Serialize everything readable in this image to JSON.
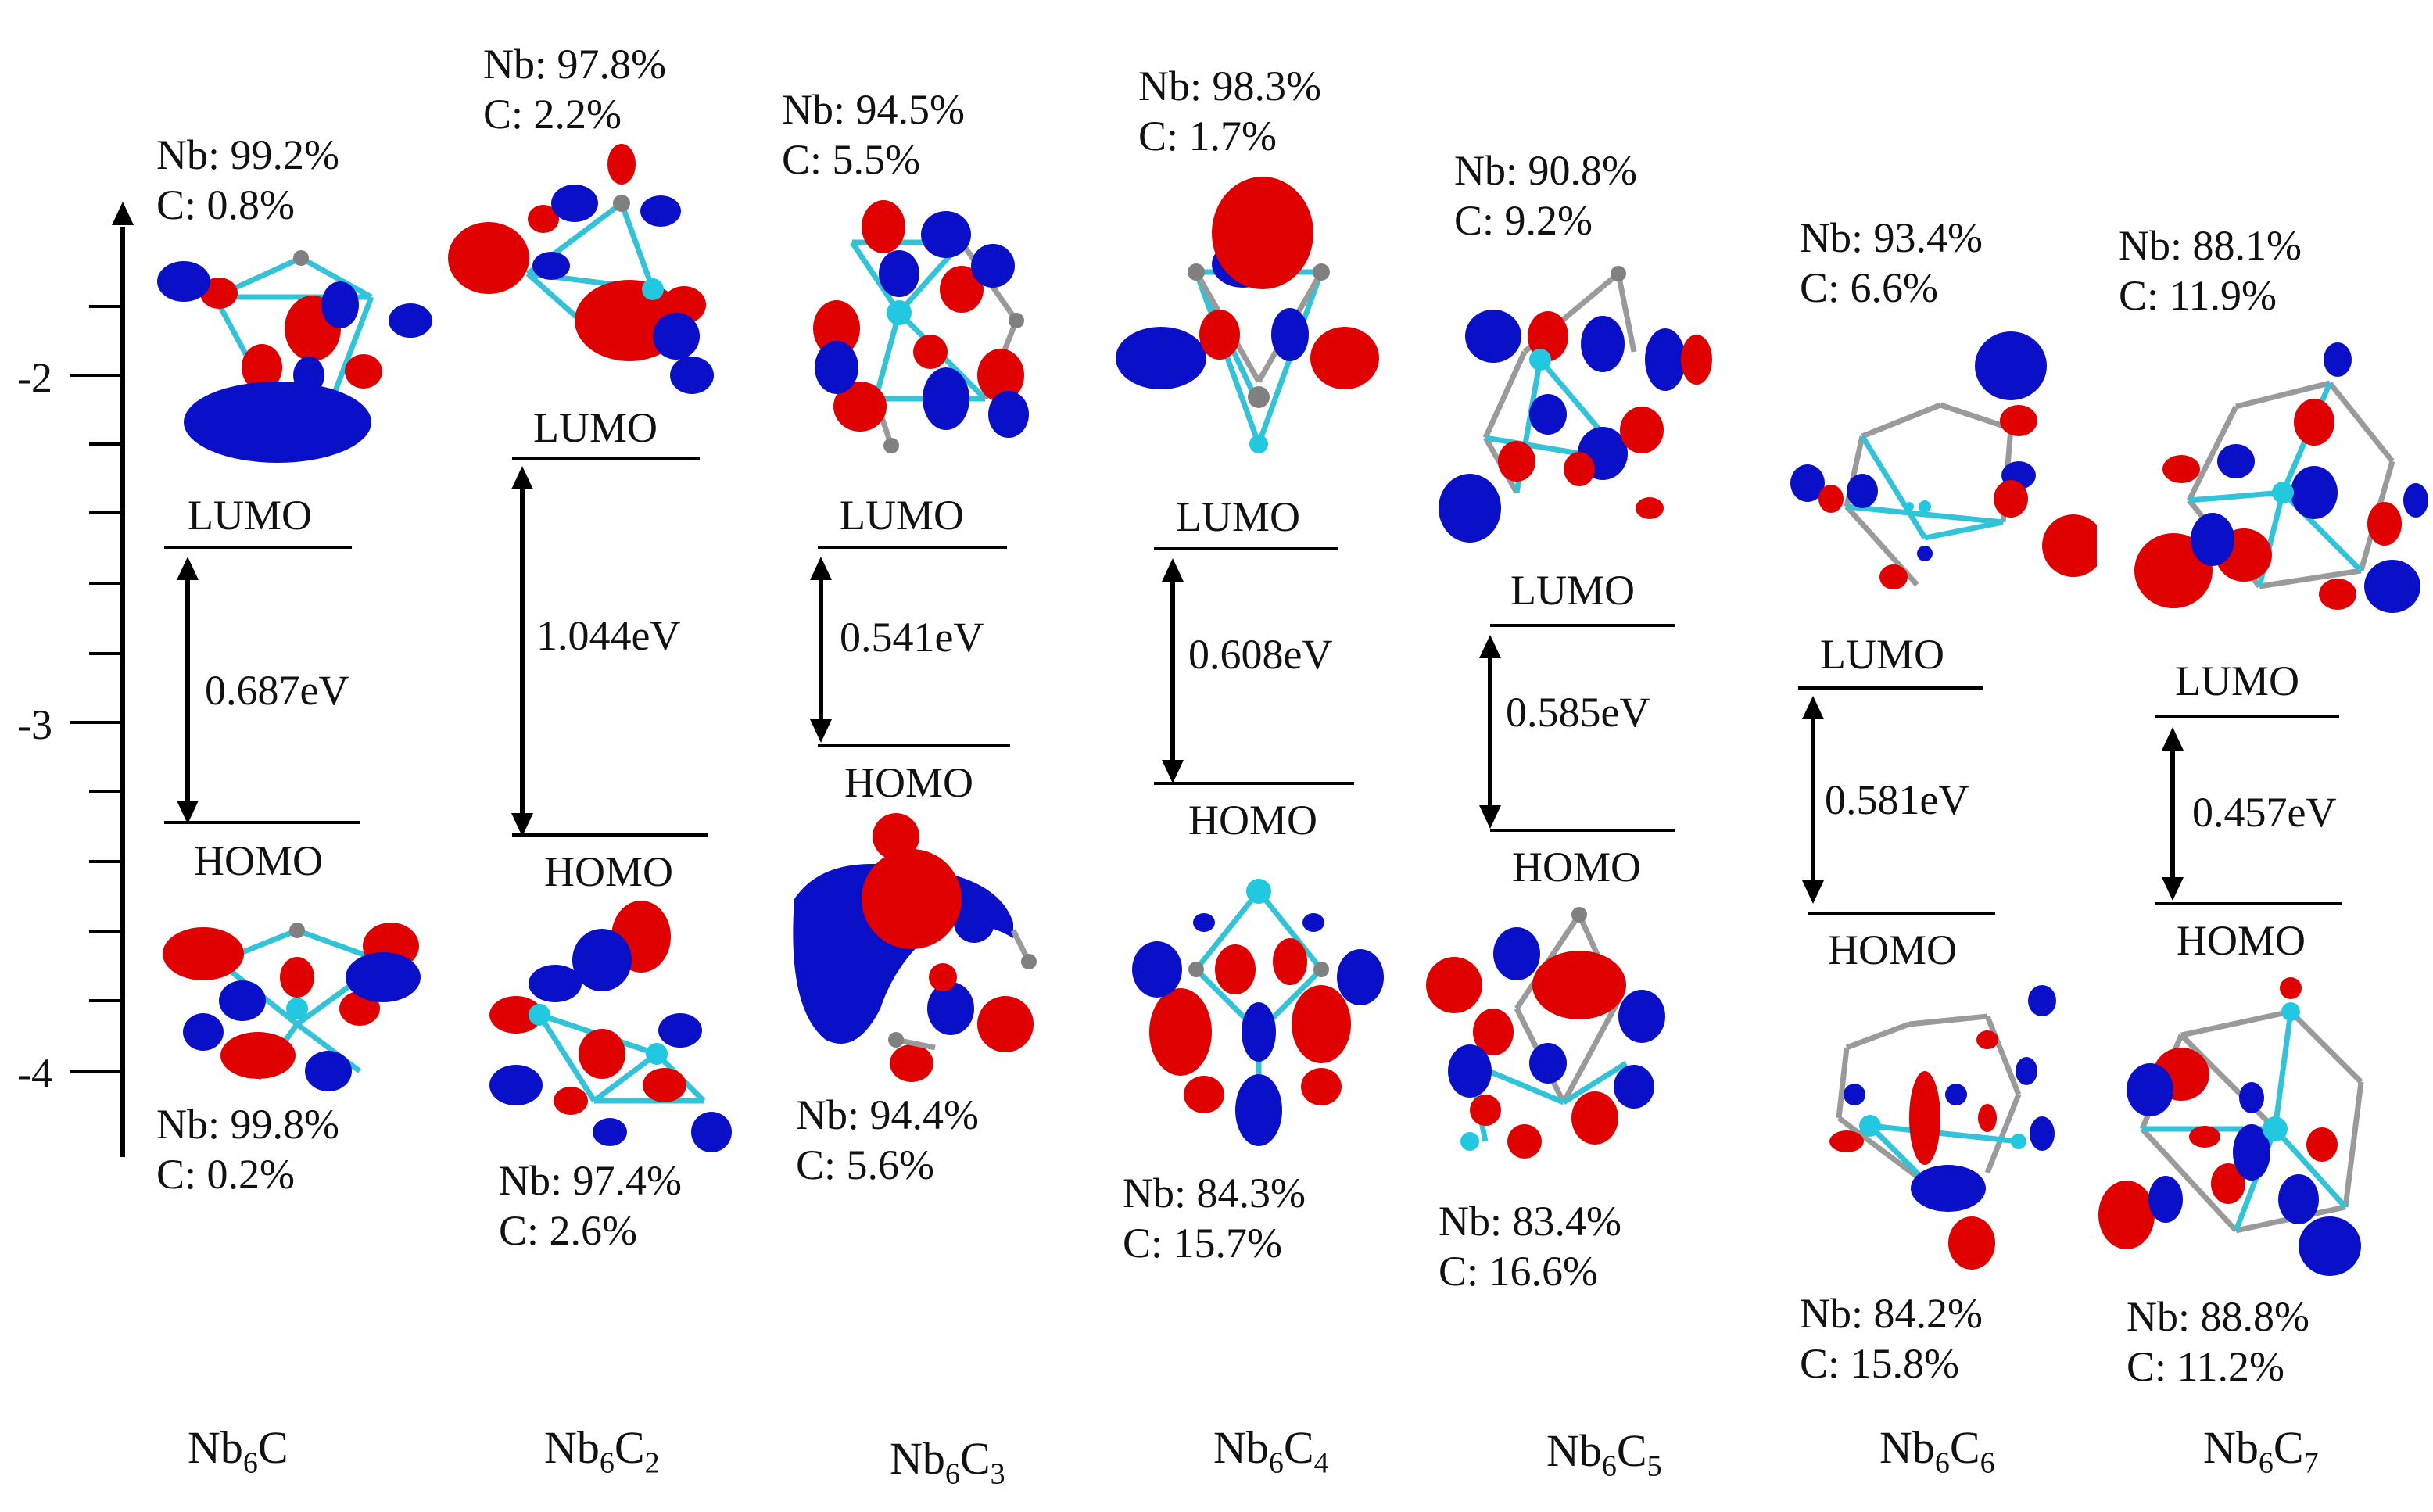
{
  "axis": {
    "ticks": [
      {
        "value": -2,
        "label": "-2"
      },
      {
        "value": -3,
        "label": "-3"
      },
      {
        "value": -4,
        "label": "-4"
      }
    ]
  },
  "systems": [
    {
      "id": "nb6c",
      "name_base": "Nb",
      "sub1": "6",
      "c": "C",
      "sub2": "",
      "lumo_nb": "Nb: 99.2%",
      "lumo_c": "C: 0.8%",
      "homo_nb": "Nb: 99.8%",
      "homo_c": "C: 0.2%",
      "gap": "0.687eV",
      "lumo_label": "LUMO",
      "homo_label": "HOMO"
    },
    {
      "id": "nb6c2",
      "name_base": "Nb",
      "sub1": "6",
      "c": "C",
      "sub2": "2",
      "lumo_nb": "Nb: 97.8%",
      "lumo_c": "C: 2.2%",
      "homo_nb": "Nb: 97.4%",
      "homo_c": "C: 2.6%",
      "gap": "1.044eV",
      "lumo_label": "LUMO",
      "homo_label": "HOMO"
    },
    {
      "id": "nb6c3",
      "name_base": "Nb",
      "sub1": "6",
      "c": "C",
      "sub2": "3",
      "lumo_nb": "Nb: 94.5%",
      "lumo_c": "C: 5.5%",
      "homo_nb": "Nb: 94.4%",
      "homo_c": "C: 5.6%",
      "gap": "0.541eV",
      "lumo_label": "LUMO",
      "homo_label": "HOMO"
    },
    {
      "id": "nb6c4",
      "name_base": "Nb",
      "sub1": "6",
      "c": "C",
      "sub2": "4",
      "lumo_nb": "Nb: 98.3%",
      "lumo_c": "C: 1.7%",
      "homo_nb": "Nb: 84.3%",
      "homo_c": "C: 15.7%",
      "gap": "0.608eV",
      "lumo_label": "LUMO",
      "homo_label": "HOMO"
    },
    {
      "id": "nb6c5",
      "name_base": "Nb",
      "sub1": "6",
      "c": "C",
      "sub2": "5",
      "lumo_nb": "Nb: 90.8%",
      "lumo_c": "C: 9.2%",
      "homo_nb": "Nb: 83.4%",
      "homo_c": "C: 16.6%",
      "gap": "0.585eV",
      "lumo_label": "LUMO",
      "homo_label": "HOMO"
    },
    {
      "id": "nb6c6",
      "name_base": "Nb",
      "sub1": "6",
      "c": "C",
      "sub2": "6",
      "lumo_nb": "Nb: 93.4%",
      "lumo_c": "C: 6.6%",
      "homo_nb": "Nb: 84.2%",
      "homo_c": "C: 15.8%",
      "gap": "0.581eV",
      "lumo_label": "LUMO",
      "homo_label": "HOMO"
    },
    {
      "id": "nb6c7",
      "name_base": "Nb",
      "sub1": "6",
      "c": "C",
      "sub2": "7",
      "lumo_nb": "Nb: 88.1%",
      "lumo_c": "C: 11.9%",
      "homo_nb": "Nb: 88.8%",
      "homo_c": "C: 11.2%",
      "gap": "0.457eV",
      "lumo_label": "LUMO",
      "homo_label": "HOMO"
    }
  ],
  "colors": {
    "lobe_red": "#e00000",
    "lobe_blue": "#0a10c8",
    "bond_cyan": "#33c3d9",
    "atom_cyan": "#22c8e0",
    "atom_gray": "#808080",
    "bond_gray": "#9a9a9a"
  }
}
